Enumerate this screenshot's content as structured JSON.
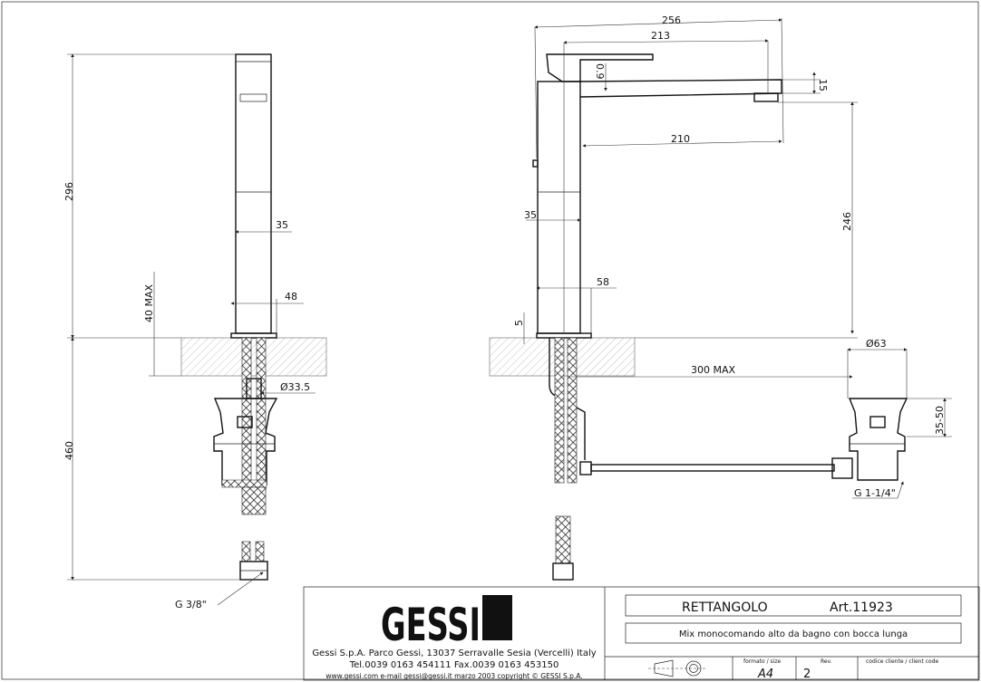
{
  "dimensions": {
    "left_height": "296",
    "left_total": "460",
    "left_max_thickness": "40 MAX",
    "left_body_width": "35",
    "left_base_width": "48",
    "left_pipe_dia": "Ø33.5",
    "left_hose_thread": "G 3/8\"",
    "overall_length": "256",
    "handle_to_outlet": "213",
    "spout_reach": "210",
    "handle_angle": "0.9",
    "spout_thickness": "15",
    "outlet_height": "246",
    "right_body_width": "35",
    "right_base_width": "58",
    "base_plate": "5",
    "drain_dia": "Ø63",
    "rod_max": "300 MAX",
    "drain_range": "35-50",
    "drain_thread": "G 1-1/4\""
  },
  "title_block": {
    "company_line": "Gessi S.p.A. Parco Gessi, 13037 Serravalle Sesia (Vercelli) Italy",
    "phone_line": "Tel.0039  0163  454111  Fax.0039  0163  453150",
    "web_line": "www.gessi.com  e-mail  gessi@gessi.it    marzo  2003    copyright © GESSI  S.p.A.",
    "logo_text": "GESSI",
    "product_name": "RETTANGOLO",
    "article": "Art.11923",
    "description": "Mix monocomando alto da bagno con bocca lunga",
    "format_label": "formato / size",
    "format_value": "A4",
    "rev_label": "Rev.",
    "rev_value": "2",
    "client_code_label": "codice cliente / client code"
  }
}
